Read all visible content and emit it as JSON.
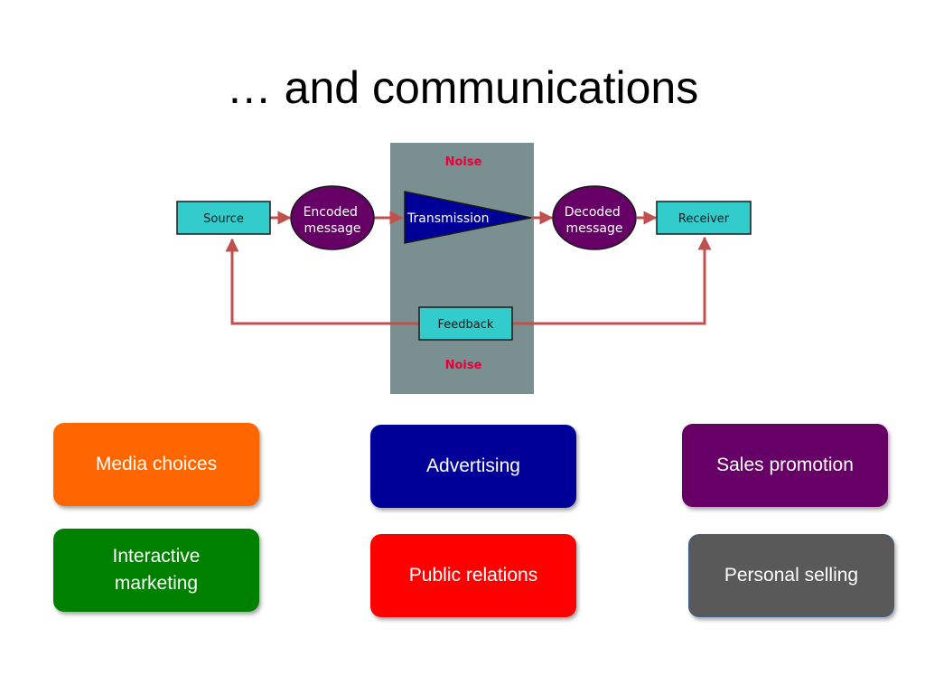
{
  "slide": {
    "title": "… and communications"
  },
  "diagram": {
    "nodes": {
      "source": "Source",
      "encoded": "Encoded\nmessage",
      "transmission": "Transmission",
      "decoded": "Decoded\nmessage",
      "receiver": "Receiver",
      "feedback": "Feedback"
    },
    "noise_top": "Noise",
    "noise_bottom": "Noise",
    "colors": {
      "node_box": "#33cccc",
      "oval": "#660066",
      "triangle": "#000099",
      "noise_panel": "#7a8f8f",
      "arrow": "#c0504d",
      "noise_text": "#e8003a"
    }
  },
  "tools": [
    {
      "label": "Media choices",
      "color": "#ff6600"
    },
    {
      "label": "Advertising",
      "color": "#000099"
    },
    {
      "label": "Sales promotion",
      "color": "#660066"
    },
    {
      "label": "Interactive marketing",
      "color": "#008000"
    },
    {
      "label": "Public relations",
      "color": "#ff0000"
    },
    {
      "label": "Personal selling",
      "color": "#595959"
    }
  ]
}
